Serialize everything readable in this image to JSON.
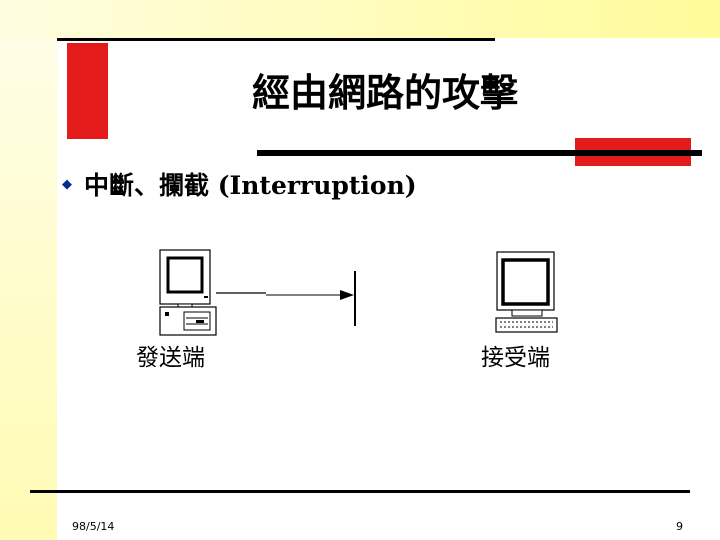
{
  "slide": {
    "title": "經由網路的攻擊",
    "bullet": "中斷、攔截 (Interruption)",
    "bullet_icon": "diamond-bullet-icon",
    "sender_label": "發送端",
    "receiver_label": "接受端",
    "footer_date": "98/5/14",
    "page_number": "9"
  },
  "colors": {
    "accent_red": "#e41b1b",
    "bullet_blue": "#0b2a8e",
    "background_yellow": "#fffb9a"
  }
}
